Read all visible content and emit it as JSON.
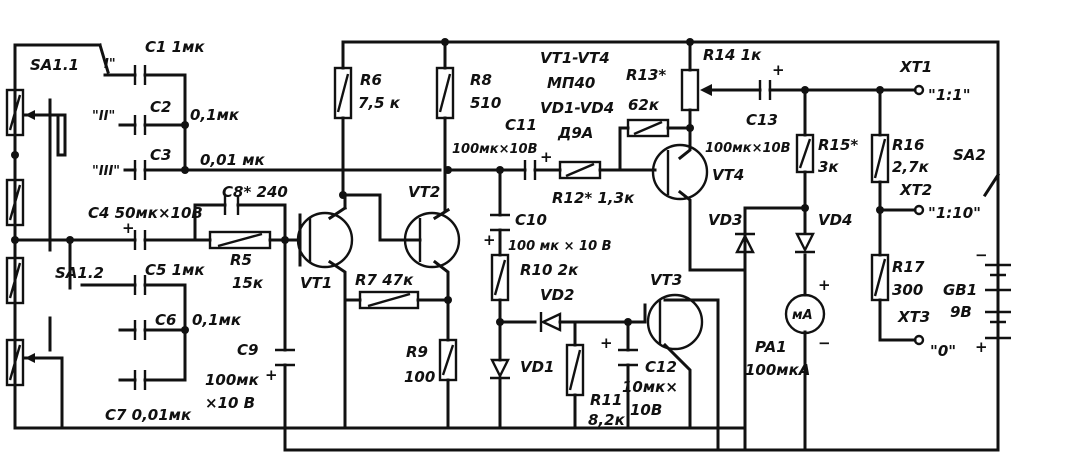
{
  "switches": {
    "sa11": "SA1.1",
    "sa12": "SA1.2",
    "pos_1": "I\"",
    "pos_2": "\"II\"",
    "pos_3": "\"III\"",
    "sa2": "SA2"
  },
  "capacitors": {
    "c1": "C1 1мк",
    "c2": "C2",
    "c2_val": "0,1мк",
    "c3": "C3",
    "c3_val": "0,01 мк",
    "c4": "C4 50мк×10В",
    "c5": "C5 1мк",
    "c6": "C6",
    "c6_val": "0,1мк",
    "c7": "C7 0,01мк",
    "c8": "C8* 240",
    "c9": "C9",
    "c9_val1": "100мк",
    "c9_val2": "×10 В",
    "c10": "C10",
    "c10_val": "100 мк × 10 В",
    "c11": "C11",
    "c11_val": "100мк×10В",
    "c12": "C12",
    "c12_val1": "10мк×",
    "c12_val2": "10В",
    "c13": "C13",
    "c13_val": "100мк×10В"
  },
  "resistors": {
    "r5": "R5",
    "r5_val": "15к",
    "r6": "R6",
    "r6_val": "7,5 к",
    "r7": "R7 47к",
    "r8": "R8",
    "r8_val": "510",
    "r9": "R9",
    "r9_val": "100",
    "r10": "R10 2к",
    "r11": "R11",
    "r11_val": "8,2к",
    "r12": "R12* 1,3к",
    "r13": "R13*",
    "r13_val": "62к",
    "r14": "R14 1к",
    "r15": "R15*",
    "r15_val": "3к",
    "r16": "R16",
    "r16_val": "2,7к",
    "r17": "R17",
    "r17_val": "300"
  },
  "semis": {
    "vt1": "VT1",
    "vt2": "VT2",
    "vt3": "VT3",
    "vt4": "VT4",
    "vd1": "VD1",
    "vd2": "VD2",
    "vd3": "VD3",
    "vd4": "VD4"
  },
  "notes": {
    "line1": "VT1-VT4",
    "line2": "МП40",
    "line3": "VD1-VD4",
    "line4": "Д9А"
  },
  "outputs": {
    "xt1": "XT1",
    "xt1_ratio": "\"1:1\"",
    "xt2": "XT2",
    "xt2_ratio": "\"1:10\"",
    "xt3": "XT3",
    "xt3_ratio": "\"0\""
  },
  "battery": {
    "name": "GB1",
    "voltage": "9В"
  },
  "meter": {
    "name": "PA1",
    "value": "100мкА",
    "symbol": "мА"
  },
  "polarity": {
    "plus": "+",
    "minus": "−"
  }
}
